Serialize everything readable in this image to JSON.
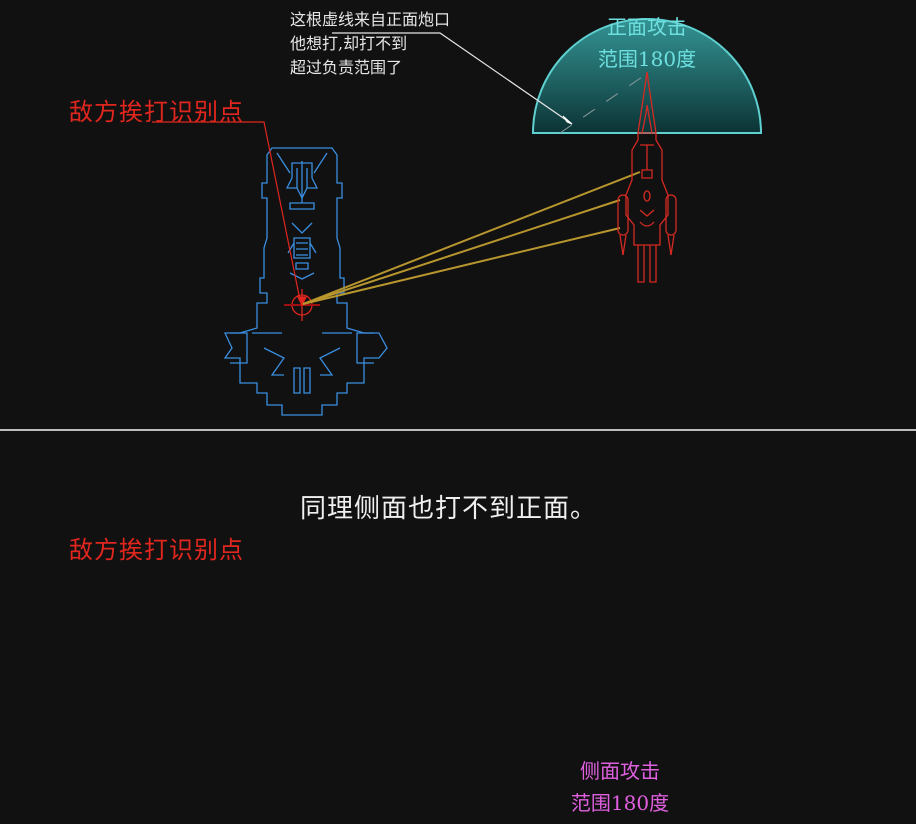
{
  "top_panel": {
    "annotation_note": {
      "lines": [
        "这根虚线来自正面炮口",
        "他想打,却打不到",
        "超过负责范围了"
      ]
    },
    "enemy_hit_point_label": "敌方挨打识别点",
    "front_arc": {
      "title": "正面攻击",
      "range": "范围180度",
      "color": "#3fb9b9"
    }
  },
  "bottom_panel": {
    "annotation_note": "同理侧面也打不到正面。",
    "enemy_hit_point_label": "敌方挨打识别点",
    "side_arc": {
      "title": "侧面攻击",
      "range": "范围180度",
      "color": "#8a1c8a"
    }
  },
  "colors": {
    "background": "#111111",
    "enemy_ship": "#3a8ee0",
    "attacker_ship": "#d42a22",
    "fire_line": "#b8962e",
    "hit_marker": "#e0261e",
    "leader_line": "#e6e6e6",
    "divider": "#bdbdbd"
  }
}
